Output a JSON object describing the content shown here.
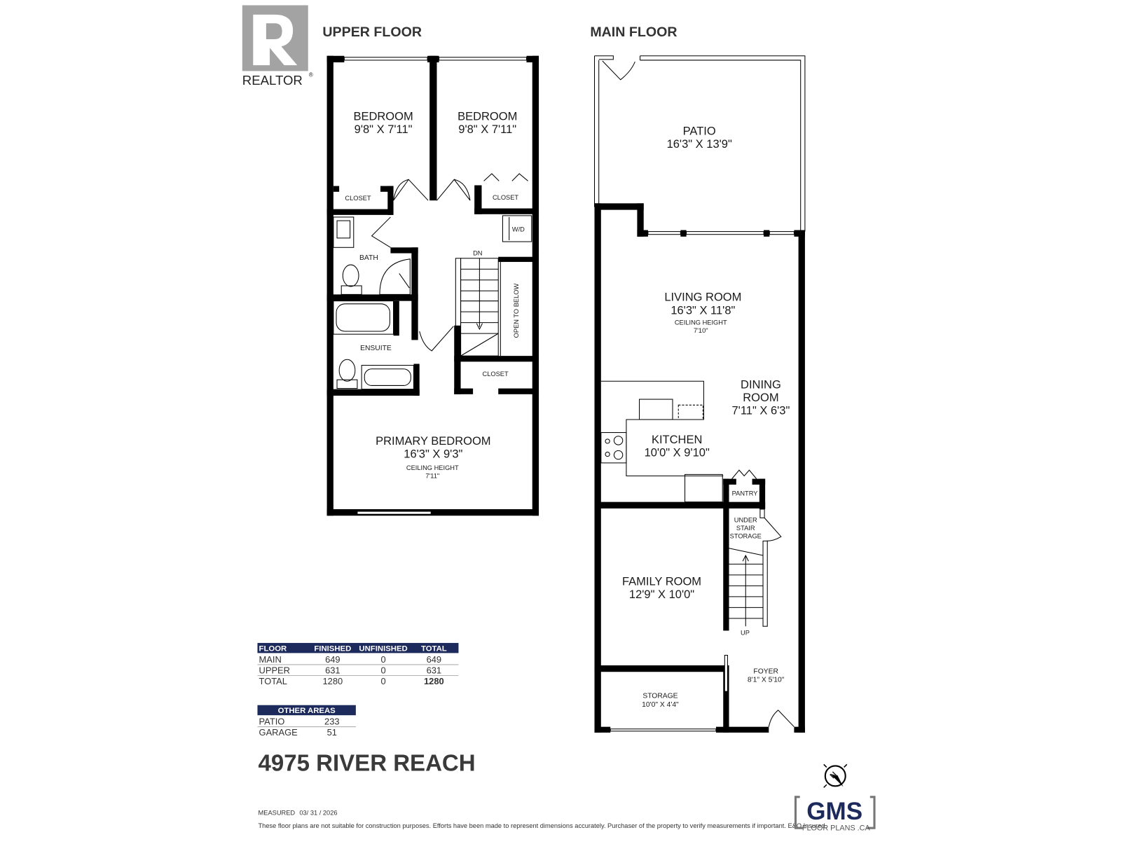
{
  "branding": {
    "realtor_logo_text": "REALTOR",
    "realtor_mark": "R",
    "gms_logo_text": "GMS",
    "gms_logo_sub": "FLOOR PLANS .CA",
    "compass_label": "N"
  },
  "upper_floor": {
    "title": "UPPER FLOOR",
    "rooms": {
      "bedroom_1": {
        "name": "BEDROOM",
        "dims": "9'8\" X 7'11\""
      },
      "bedroom_2": {
        "name": "BEDROOM",
        "dims": "9'8\" X 7'11\""
      },
      "closet_1": {
        "name": "CLOSET"
      },
      "closet_2": {
        "name": "CLOSET"
      },
      "closet_3": {
        "name": "CLOSET"
      },
      "wd": {
        "name": "W/D"
      },
      "bath": {
        "name": "BATH"
      },
      "ensuite": {
        "name": "ENSUITE"
      },
      "stairs_label": "DN",
      "open_to_below": "OPEN TO BELOW",
      "primary_bedroom": {
        "name": "PRIMARY BEDROOM",
        "dims": "16'3\" X 9'3\"",
        "ceiling_label": "CEILING HEIGHT",
        "ceiling": "7'11\""
      }
    }
  },
  "main_floor": {
    "title": "MAIN FLOOR",
    "rooms": {
      "patio": {
        "name": "PATIO",
        "dims": "16'3\" X 13'9\""
      },
      "living_room": {
        "name": "LIVING ROOM",
        "dims": "16'3\" X 11'8\"",
        "ceiling_label": "CEILING HEIGHT",
        "ceiling": "7'10\""
      },
      "dining_room": {
        "name_1": "DINING",
        "name_2": "ROOM",
        "dims": "7'11\" X 6'3\""
      },
      "kitchen": {
        "name": "KITCHEN",
        "dims": "10'0\" X 9'10\""
      },
      "pantry": {
        "name": "PANTRY"
      },
      "under_stair_storage": {
        "line_1": "UNDER",
        "line_2": "STAIR",
        "line_3": "STORAGE"
      },
      "stairs_label": "UP",
      "family_room": {
        "name": "FAMILY ROOM",
        "dims": "12'9\" X 10'0\""
      },
      "foyer": {
        "name": "FOYER",
        "dims": "8'1\" X 5'10\""
      },
      "storage": {
        "name": "STORAGE",
        "dims": "10'0\" X 4'4\""
      }
    }
  },
  "area_table": {
    "headers": [
      "FLOOR",
      "FINISHED",
      "UNFINISHED",
      "TOTAL"
    ],
    "rows": [
      {
        "floor": "MAIN",
        "finished": "649",
        "unfinished": "0",
        "total": "649"
      },
      {
        "floor": "UPPER",
        "finished": "631",
        "unfinished": "0",
        "total": "631"
      },
      {
        "floor": "TOTAL",
        "finished": "1280",
        "unfinished": "0",
        "total": "1280"
      }
    ]
  },
  "other_areas": {
    "header": "OTHER AREAS",
    "rows": [
      {
        "name": "PATIO",
        "value": "233"
      },
      {
        "name": "GARAGE",
        "value": "51"
      }
    ]
  },
  "address": "4975 RIVER REACH",
  "measured": {
    "label": "MEASURED",
    "date": "03/ 31 / 2026"
  },
  "disclaimer": "These floor plans are not suitable for construction purposes. Efforts have been made to represent dimensions accurately.  Purchaser of the property to verify measurements if important.  E&O Insured."
}
